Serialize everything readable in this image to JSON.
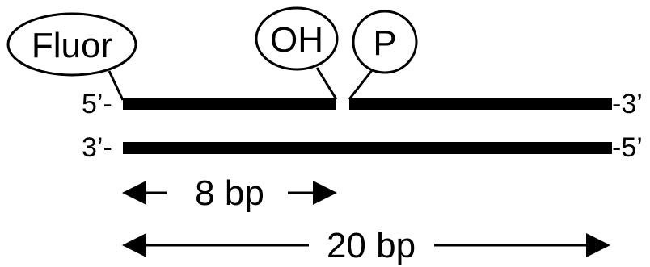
{
  "labels": {
    "fluor": "Fluor",
    "oh": "OH",
    "p": "P",
    "top_left_end": "5’-",
    "top_right_end": "-3’",
    "bottom_left_end": "3’-",
    "bottom_right_end": "-5’",
    "span_8": "8 bp",
    "span_20": "20 bp"
  },
  "colors": {
    "stroke": "#000000",
    "background": "#ffffff"
  }
}
